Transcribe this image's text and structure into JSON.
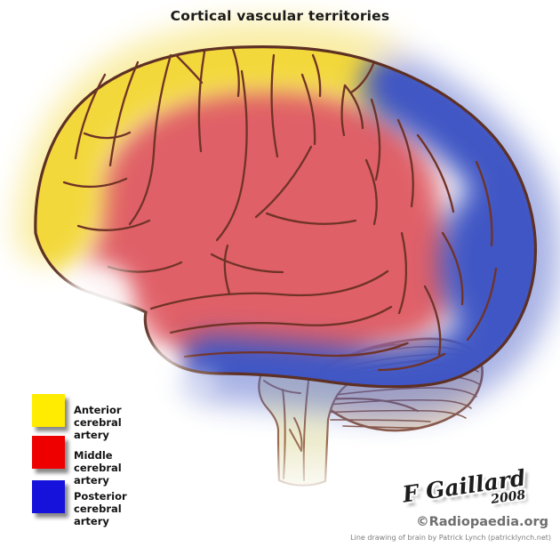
{
  "title": "Cortical vascular territories",
  "legend": {
    "items": [
      {
        "id": "aca",
        "label": "Anterior cerebral artery",
        "color": "#FFEC00"
      },
      {
        "id": "mca",
        "label": "Middle cerebral artery",
        "color": "#EE0000"
      },
      {
        "id": "pca",
        "label": "Posterior cerebral artery",
        "color": "#1612DC"
      }
    ]
  },
  "signature": {
    "author": "F Gaillard",
    "year": "2008",
    "site": "©Radiopaedia.org"
  },
  "credit": "Line drawing of brain by Patrick Lynch (patricklynch.net)",
  "colors": {
    "aca": "#F3D83A",
    "mca": "#E06068",
    "pca": "#4156C4",
    "outline": "#5E3023",
    "sulcus": "#6F3327",
    "cerebellum-fill": "#E9D9C6",
    "cerebellum-line": "#8F5A42",
    "brainstem-fill": "#EEECCF",
    "brainstem-line": "#9A6B50"
  },
  "diagram": {
    "view": "lateral view of brain, facing left",
    "structures": [
      "cerebrum",
      "cerebellum",
      "brainstem"
    ],
    "territories": [
      {
        "territory": "Anterior cerebral artery",
        "region_color": "#F3D83A",
        "location": "superior frontal margin"
      },
      {
        "territory": "Middle cerebral artery",
        "region_color": "#E06068",
        "location": "lateral convexity"
      },
      {
        "territory": "Posterior cerebral artery",
        "region_color": "#4156C4",
        "location": "occipital and inferior temporal"
      }
    ]
  }
}
